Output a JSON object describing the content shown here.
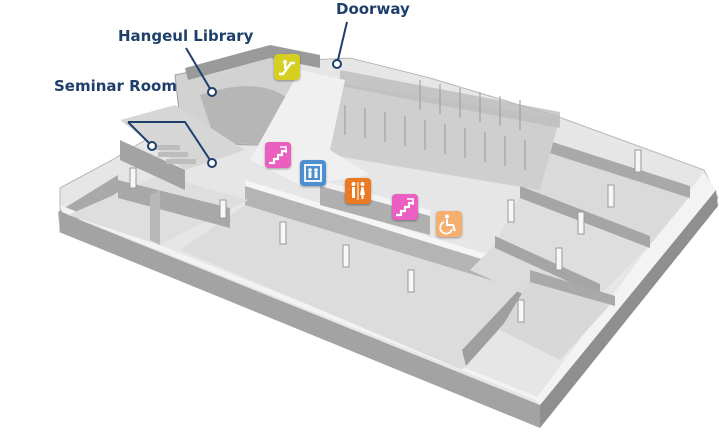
{
  "labels": {
    "doorway": "Doorway",
    "hangeul_library": "Hangeul Library",
    "seminar_room": "Seminar Room"
  },
  "icons": {
    "escalator": {
      "name": "escalator-icon",
      "color": "#d4cf20"
    },
    "stairs": {
      "name": "stairs-icon",
      "color": "#ea5fbf"
    },
    "elevator": {
      "name": "elevator-icon",
      "color": "#4f8fd0"
    },
    "restroom": {
      "name": "restroom-icon",
      "color": "#ea7a23"
    },
    "accessible": {
      "name": "accessible-restroom-icon",
      "color": "#f5b071"
    }
  },
  "colors": {
    "label_text": "#1f3f6b",
    "callout_line": "#1f3f6b",
    "floor": "#e4e4e4",
    "wall_top": "#f4f4f4",
    "wall_side": "#9c9c9c"
  }
}
